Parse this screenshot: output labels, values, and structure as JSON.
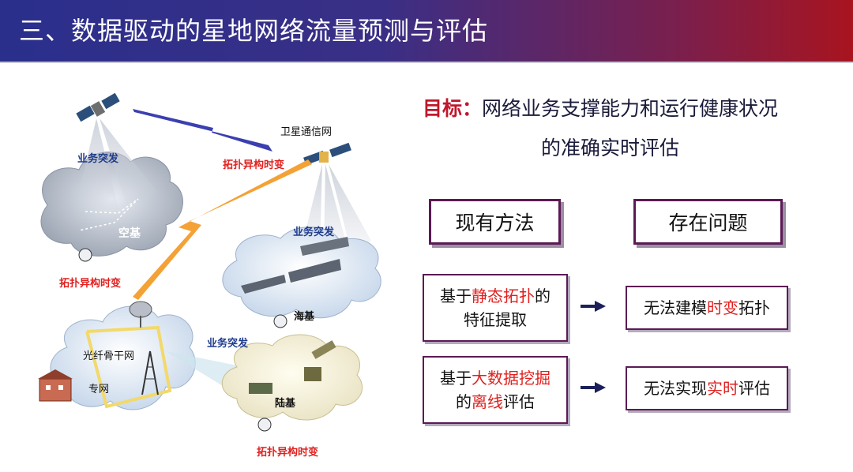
{
  "header": {
    "title": "三、数据驱动的星地网络流量预测与评估"
  },
  "diagram": {
    "satellite_network_label": "卫星通信网",
    "air_base_label": "空基",
    "sea_base_label": "海基",
    "land_base_label": "陆基",
    "fiber_label": "光纤骨干网",
    "private_net_label": "专网",
    "burst_labels": [
      "业务突发",
      "业务突发",
      "业务突发"
    ],
    "topology_labels": [
      "拓扑异构时变",
      "拓扑异构时变",
      "拓扑异构时变"
    ]
  },
  "goal": {
    "prefix": "目标：",
    "line1": "网络业务支撑能力和运行健康状况",
    "line2": "的准确实时评估"
  },
  "columns": {
    "left": "现有方法",
    "right": "存在问题"
  },
  "rows": [
    {
      "method": {
        "l1a": "基于",
        "l1b": "静态拓扑",
        "l1c": "的",
        "l2": "特征提取"
      },
      "problem": {
        "a": "无法建模",
        "b": "时变",
        "c": "拓扑"
      }
    },
    {
      "method": {
        "l1a": "基于",
        "l1b": "大数据挖掘",
        "l2a": "的",
        "l2b": "离线",
        "l2c": "评估"
      },
      "problem": {
        "a": "无法实现",
        "b": "实时",
        "c": "评估"
      }
    }
  ],
  "colors": {
    "accent_red": "#e0201f",
    "border_purple": "#5c1a54",
    "header_blue": "#2a2f8c",
    "header_red": "#a8141f"
  }
}
